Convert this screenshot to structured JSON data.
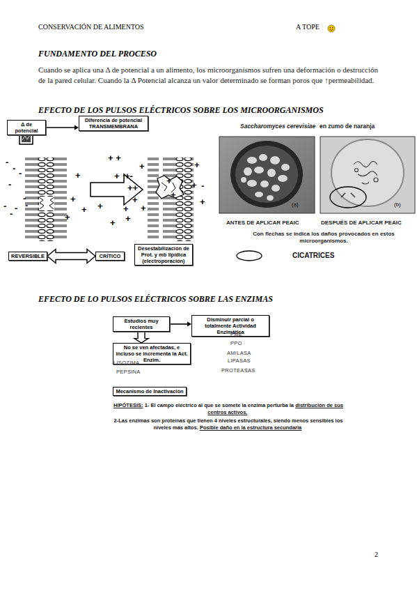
{
  "diagram": {
    "nodes": [
      {
        "text": [
          "Δ de potencial"
        ]
      },
      {
        "text": [
          "Diferencia de potencial TRANSMEMBRANA"
        ]
      },
      {
        "text": [
          "REVERSIBLE"
        ]
      },
      {
        "text": [
          "CRÍTICO"
        ]
      },
      {
        "text": [
          "Desestabilización de Prot. y mb lipídica (electroporación)"
        ]
      },
      {
        "text": [
          "Estudios muy recientes"
        ]
      },
      {
        "text": [
          "Disminuir parcial o totalmente Actividad Enzimática"
        ]
      },
      {
        "text": [
          "No se ven afectadas, e incluso se incrementa la Act. Enzim."
        ]
      },
      {
        "text": [
          "Mecanismo de Inactivación"
        ]
      }
    ],
    "edges": [
      {
        "from": 0,
        "to": 1,
        "arrow": "to"
      },
      {
        "from": 2,
        "to": 3,
        "arrow": "both"
      },
      {
        "from": 5,
        "to": 6,
        "arrow": "to"
      },
      {
        "from": 5,
        "to": 7,
        "arrow": "to"
      }
    ],
    "labels": [
      "CONSERVACIÓN DE ALIMENTOS",
      "A TOPE",
      "FUNDAMENTO DEL PROCESO",
      "Cuando se aplica una Δ de potencial a un alimento, los microorganismos sufren una deformación o destrucción de la pared celular. Cuando la Δ Potencial alcanza un valor determinado se forman poros que ↑permeabilidad.",
      "EFECTO DE LOS PULSOS ELÉCTRICOS SOBRE LOS MICROORGANISMOS",
      "-",
      "-",
      "-",
      "-",
      "-",
      "-",
      "-",
      "-",
      "-",
      "+",
      "+",
      "+",
      "+",
      "+",
      "+ +",
      "+",
      "+",
      "+-",
      "++",
      "+",
      "+",
      "+",
      "-",
      "+",
      "+",
      "+",
      "+",
      "+",
      "+",
      "+",
      "Saccharomyces cerevisiae",
      "en zumo de naranja",
      "(a)",
      "(b)",
      "ANTES DE APLICAR PEAIC",
      "DESPUÉS DE APLICAR PEAIC",
      "Con flechas se indica los daños provocados en estos microorganismos.",
      "EFECTO DE LO PULSOS ELÉCTRICOS SOBRE LAS ENZIMAS",
      "LISOZIMA",
      "PEPSINA",
      "PME",
      "PPO",
      "AMILASA",
      "LIPASAS",
      "PROTEASAS",
      "HIPÓTESIS:",
      "1- El campo eléctrico al que se somete la enzima perturba la",
      "distribución de sus centros activos.",
      "2-Las enzimas son proteínas que tienen 4 niveles estructurales, siendo menos sensibles los niveles más altos.",
      "Posible daño en la estructura secundaria",
      "2"
    ],
    "legend": [
      {
        "text": "CICATRICES"
      }
    ]
  }
}
